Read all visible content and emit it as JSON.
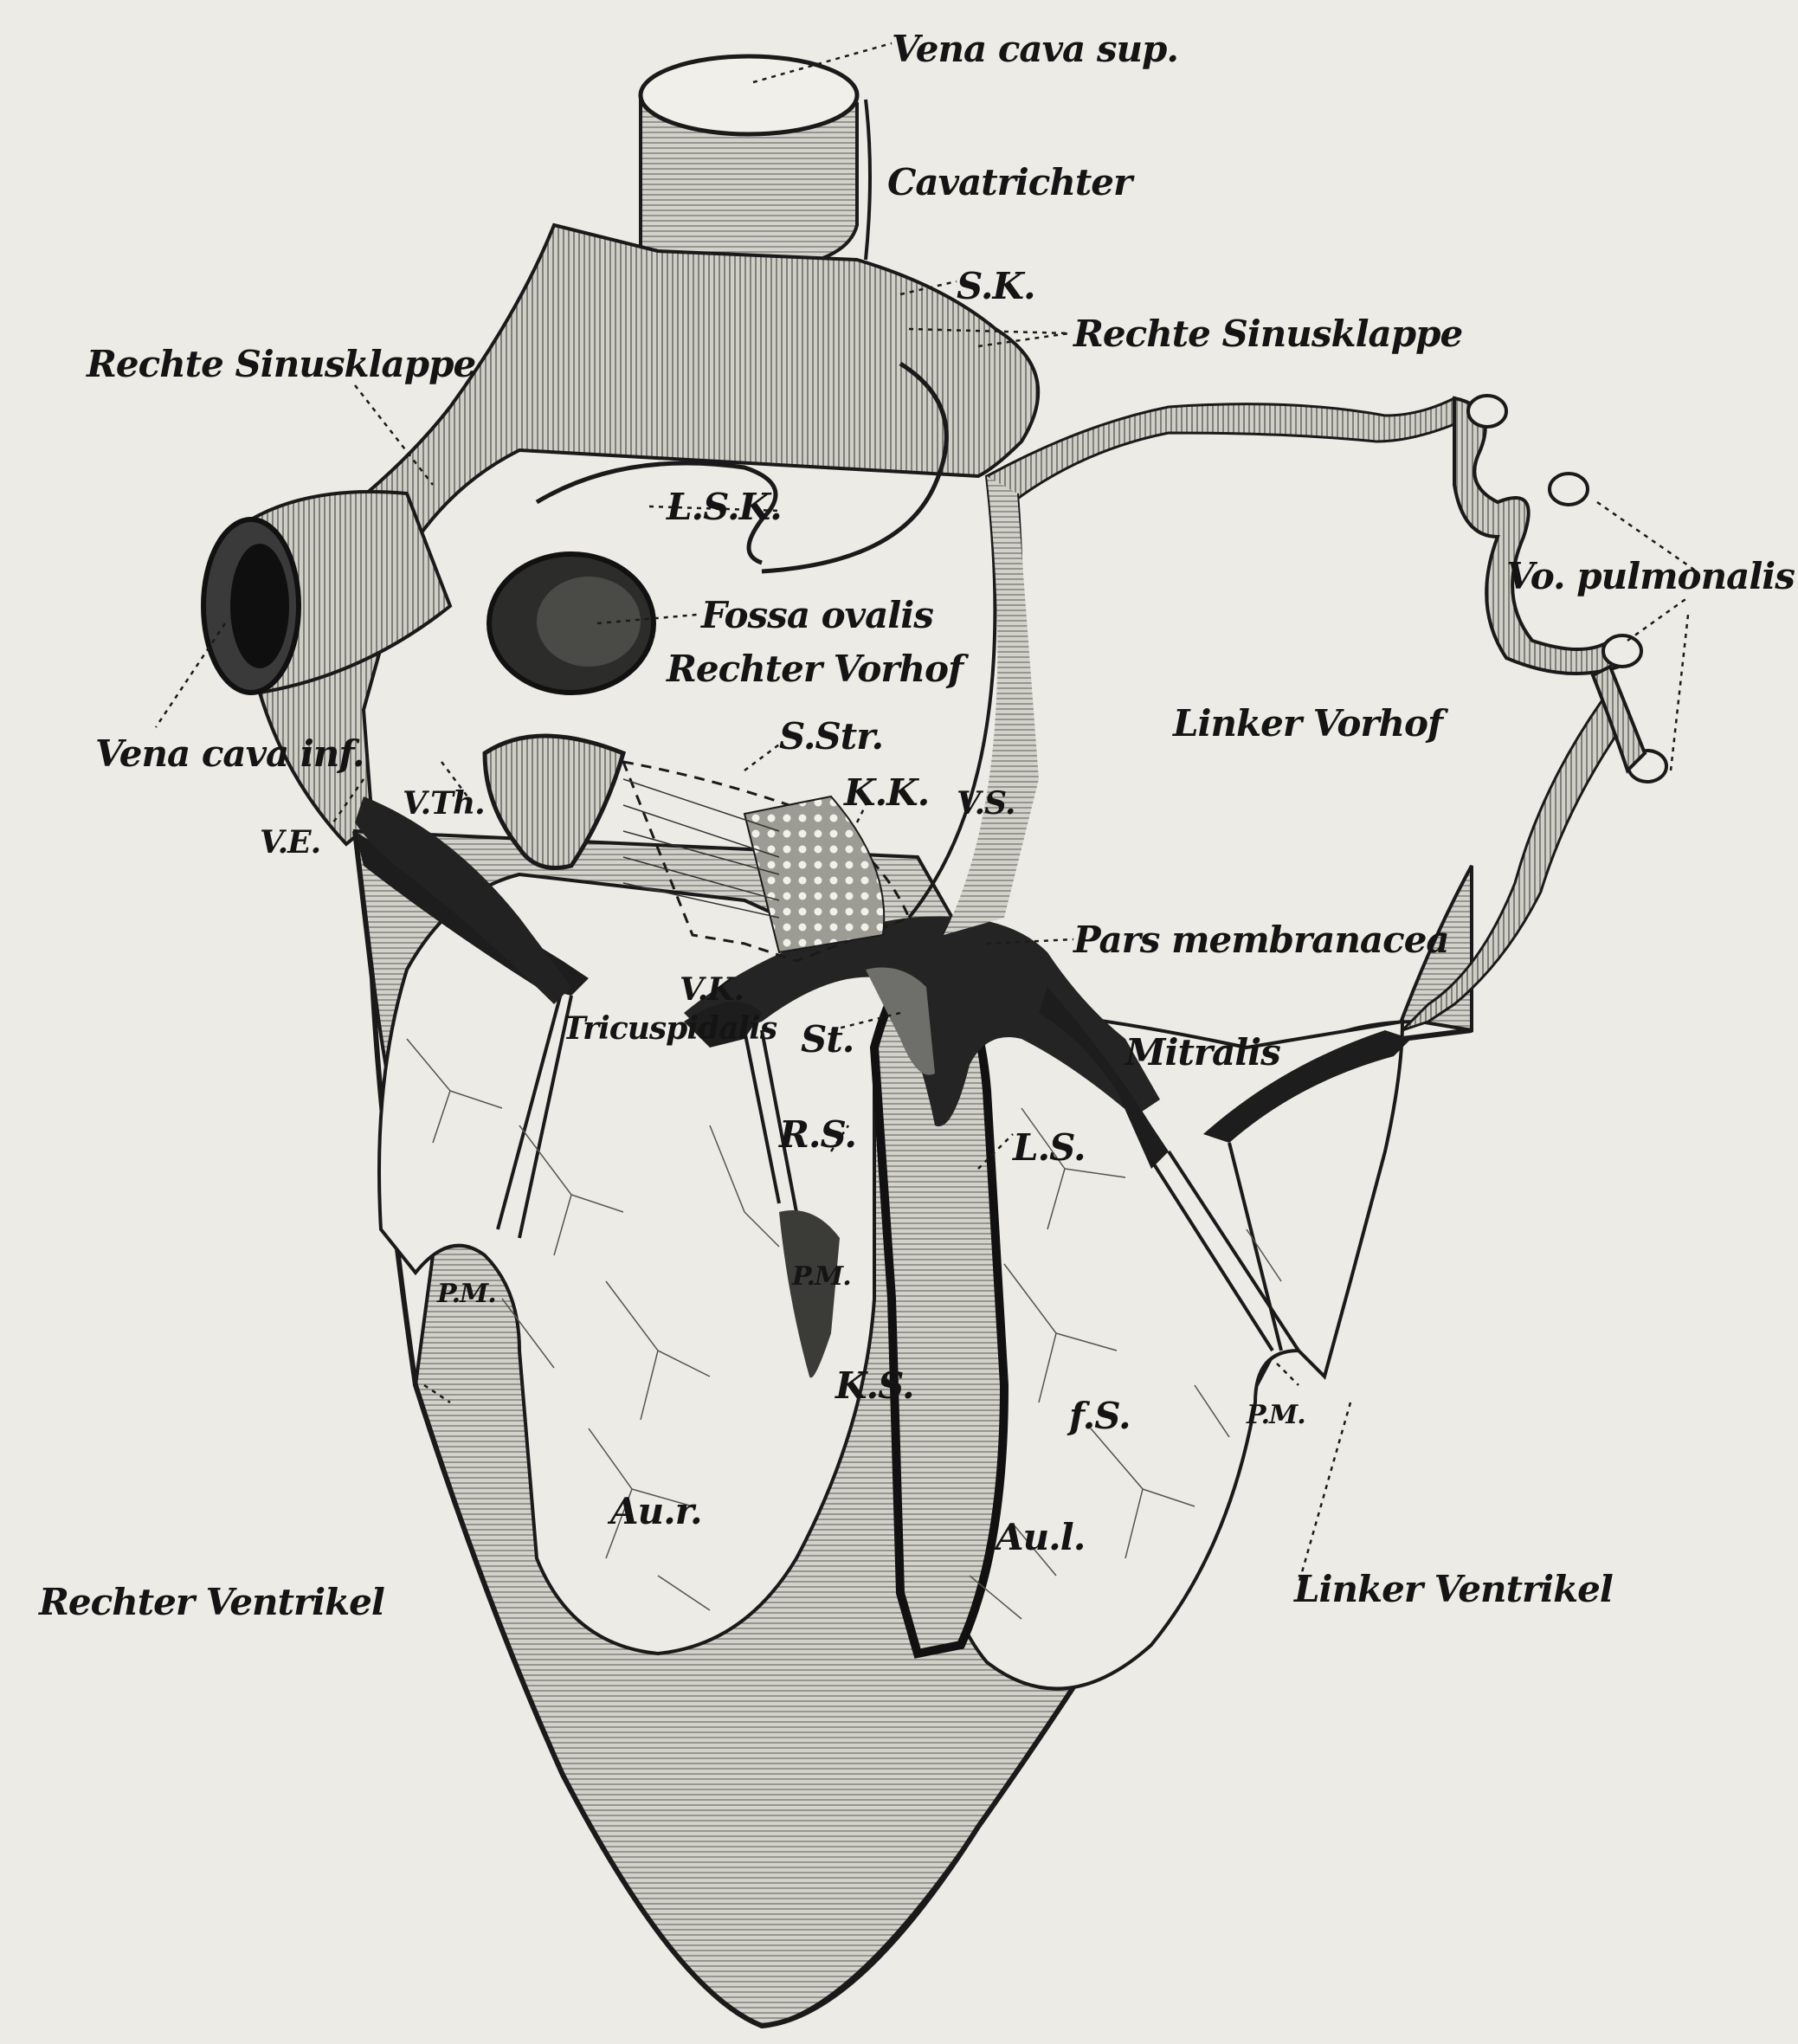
{
  "labels": {
    "vena_cava_sup": "Vena cava sup.",
    "cavatrichter": "Cavatrichter",
    "sk": "S.K.",
    "rechte_sinusklappe_left": "Rechte Sinusklappe",
    "rechte_sinusklappe_right": "Rechte Sinusklappe",
    "lsk": "L.S.K.",
    "fossa_ovalis": "Fossa ovalis",
    "rechter_vorhof": "Rechter Vorhof",
    "vo_pulmonalis": "Vo. pulmonalis",
    "vena_cava_inf": "Vena cava inf.",
    "ve": "V.E.",
    "vth": "V.Th.",
    "s_str": "S.Str.",
    "kk": "K.K.",
    "vs": "V.S.",
    "linker_vorhof": "Linker Vorhof",
    "pars_membranacea": "Pars membranacea",
    "vk": "V.K.",
    "tricuspidalis": "Tricuspidalis",
    "st": "St.",
    "mitralis": "Mitralis",
    "rs": "R.S.",
    "ls": "L.S.",
    "pm_left": "P.M.",
    "pm_center": "P.M.",
    "ks": "K.S.",
    "fs": "f.S.",
    "pm_right": "P.M.",
    "au_r": "Au.r.",
    "au_l": "Au.l.",
    "rechter_ventrikel": "Rechter Ventrikel",
    "linker_ventrikel": "Linker Ventrikel"
  },
  "colors": {
    "background": "#ecebe6",
    "ink": "#141414",
    "tissue": "#c9c8c1",
    "dark_tissue": "#2a2a2a"
  }
}
